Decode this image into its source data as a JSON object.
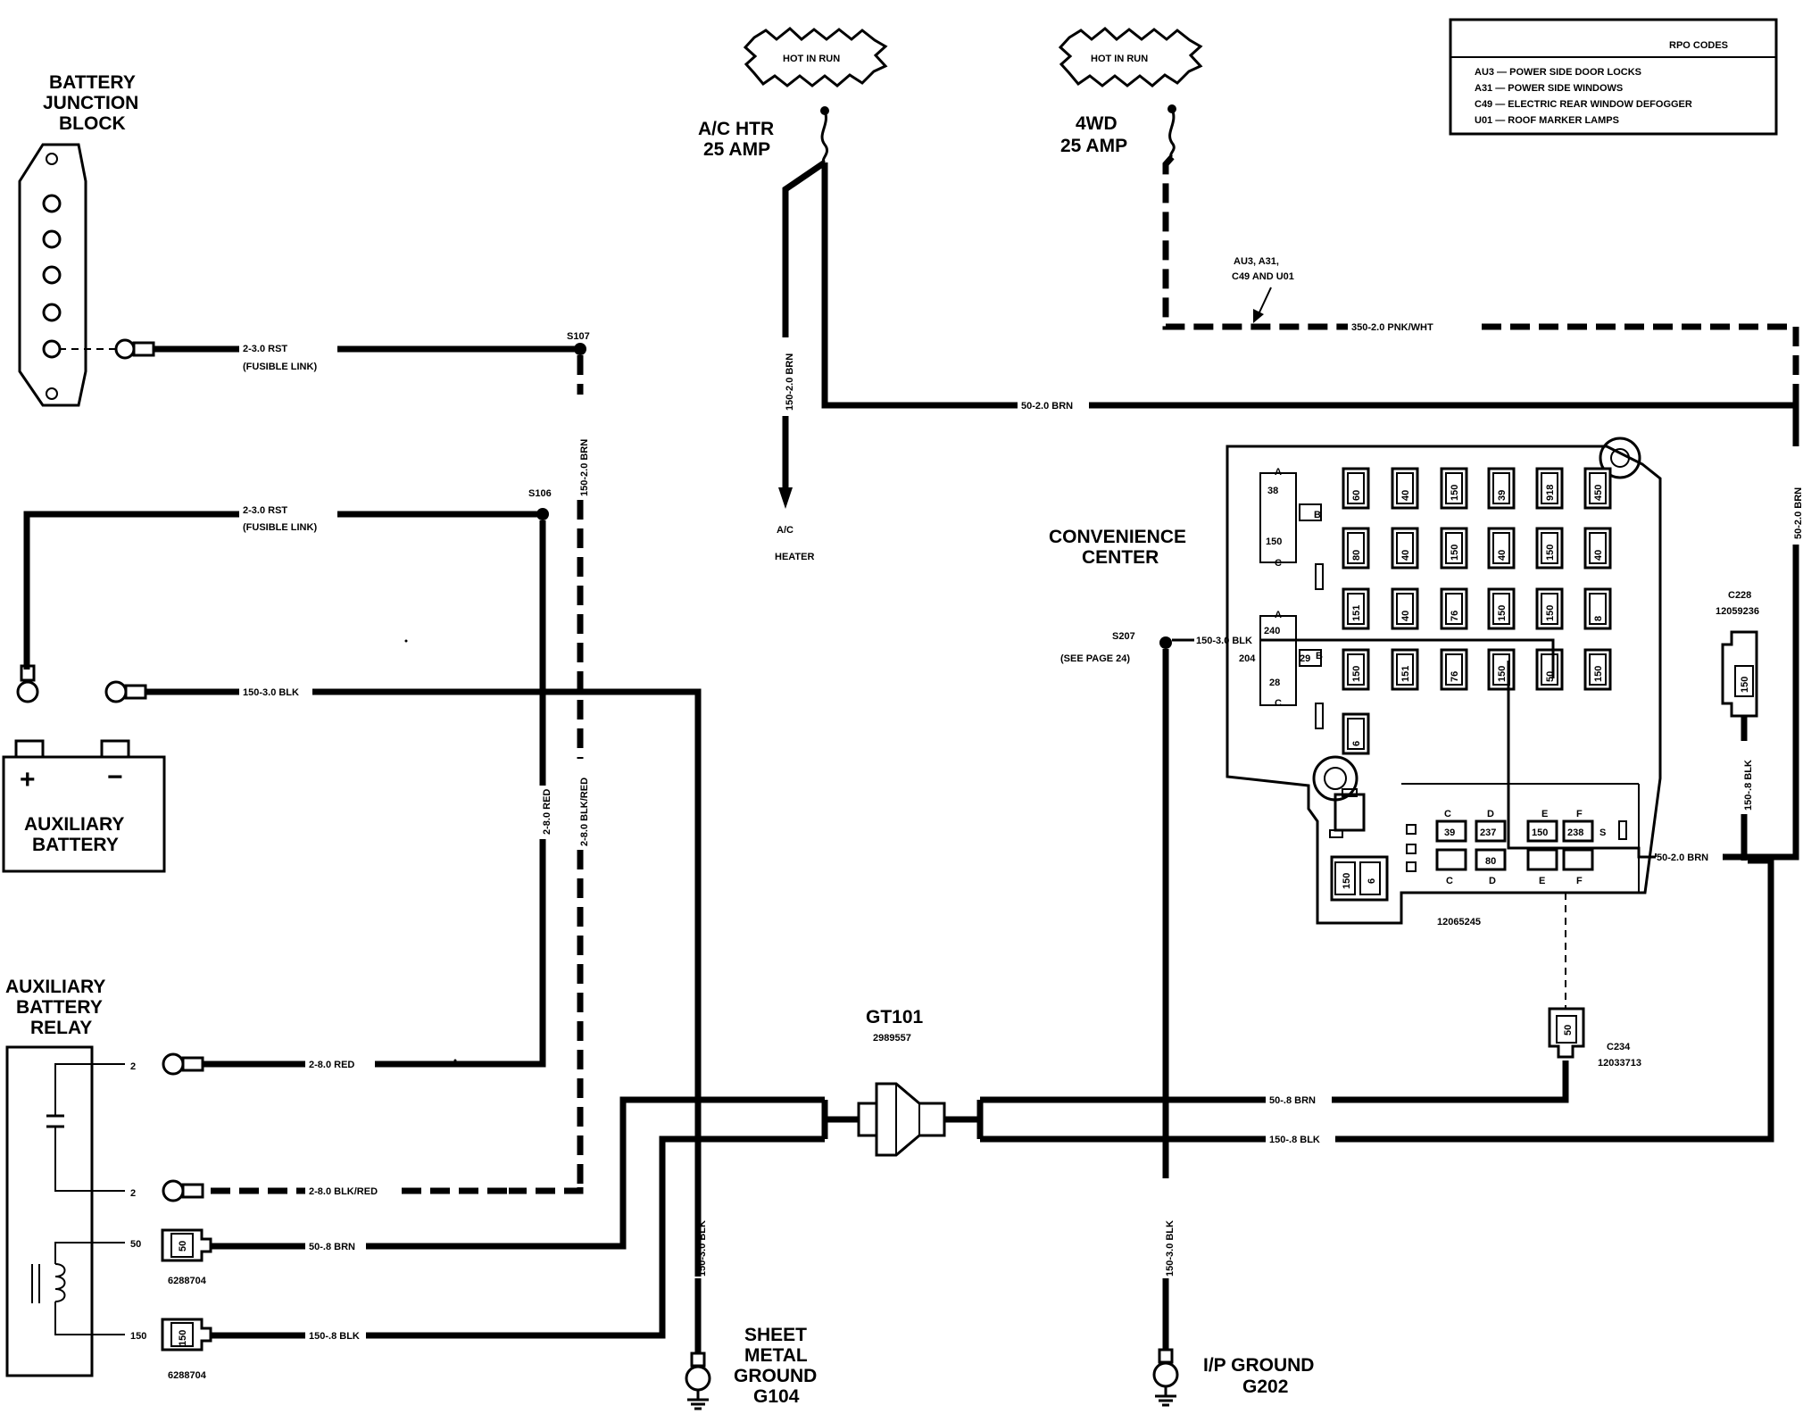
{
  "rpo_codes": {
    "title": "RPO CODES",
    "items": [
      "AU3 — POWER SIDE DOOR LOCKS",
      "A31 — POWER SIDE WINDOWS",
      "C49 — ELECTRIC REAR WINDOW DEFOGGER",
      "U01 — ROOF MARKER LAMPS"
    ]
  },
  "hot_in_run": "HOT IN RUN",
  "fuses": {
    "ac_htr": [
      "A/C HTR",
      "25 AMP"
    ],
    "fwd": [
      "4WD",
      "25 AMP"
    ]
  },
  "battery_junction_block": [
    "BATTERY",
    "JUNCTION",
    "BLOCK"
  ],
  "auxiliary_battery": [
    "AUXILIARY",
    "BATTERY"
  ],
  "auxiliary_battery_relay": [
    "AUXILIARY",
    "BATTERY",
    "RELAY"
  ],
  "convenience_center": [
    "CONVENIENCE",
    "CENTER"
  ],
  "ac_heater": [
    "A/C",
    "HEATER"
  ],
  "grounds": {
    "g104": [
      "SHEET",
      "METAL",
      "GROUND",
      "G104"
    ],
    "g202": [
      "I/P GROUND",
      "G202"
    ]
  },
  "gt101": {
    "name": "GT101",
    "part": "2989557"
  },
  "splices": {
    "s107": "S107",
    "s106": "S106",
    "s207": "S207",
    "s207_note": "(SEE PAGE 24)"
  },
  "connectors": {
    "c228": {
      "name": "C228",
      "part": "12059236",
      "pin": "150"
    },
    "c234": {
      "name": "C234",
      "part": "12033713",
      "pin": "50"
    },
    "relay_50": {
      "part": "6288704",
      "pin": "50",
      "terminal": "50"
    },
    "relay_150": {
      "part": "6288704",
      "pin": "150",
      "terminal": "150"
    },
    "relay_2a": "2",
    "relay_2b": "2"
  },
  "rpo_note": [
    "AU3, A31,",
    "C49 AND U01"
  ],
  "wires": {
    "rst_top": "2-3.0 RST",
    "rst_mid": "2-3.0 RST",
    "fusible": "(FUSIBLE LINK)",
    "w150_30_blk_left": "150-3.0 BLK",
    "w150_20_brn_s107": "150-2.0 BRN",
    "w2_80_red_vert": "2-8.0 RED",
    "w2_80_blkred_vert": "2-8.0 BLK/RED",
    "w2_80_red_h": "2-8.0 RED",
    "w2_80_blkred_h": "2-8.0 BLK/RED",
    "w50_8_brn_relay": "50-.8 BRN",
    "w150_8_blk_relay": "150-.8 BLK",
    "w150_30_blk_g104": "150-3.0 BLK",
    "w150_20_brn_heater": "150-2.0 BRN",
    "w50_20_brn_top": "50-2.0 BRN",
    "w350_20": "350-2.0 PNK/WHT",
    "w50_20_brn_right": "50-2.0 BRN",
    "w50_20_brn_cc": "50-2.0 BRN",
    "w150_8_blk_right": "150-.8 BLK",
    "w50_8_brn_c234": "50-.8 BRN",
    "w150_30_blk_s207": "150-3.0 BLK",
    "w150_30_blk_g202": "150-3.0 BLK",
    "w150_8_blk_c228": "150-.8 BLK"
  },
  "convenience_center_detail": {
    "part": "12065245",
    "left_block": {
      "a": "A",
      "b": "B",
      "c": "C",
      "v38": "38",
      "v150": "150",
      "a2": "A",
      "b2": "B",
      "c2": "C",
      "v240": "240",
      "v204": "204",
      "v29": "29",
      "v28": "28"
    },
    "fuse_values": [
      "60",
      "40",
      "150",
      "39",
      "918",
      "450",
      "80",
      "40",
      "150",
      "40",
      "150",
      "40",
      "151",
      "40",
      "76",
      "150",
      "150",
      "8",
      "150",
      "151",
      "76",
      "150",
      "50",
      "150",
      "6"
    ],
    "bottom": {
      "c": "C",
      "d": "D",
      "e": "E",
      "f": "F",
      "v39": "39",
      "v237": "237",
      "v150": "150",
      "v238": "238",
      "v80": "80",
      "s": "S",
      "v150b": "150",
      "v6": "6"
    }
  }
}
